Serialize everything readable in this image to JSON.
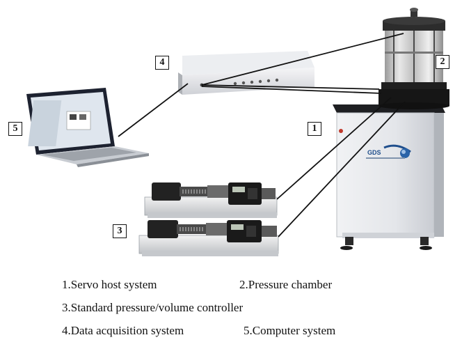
{
  "callouts": {
    "one": "1",
    "two": "2",
    "three": "3",
    "four": "4",
    "five": "5"
  },
  "device_labels": {
    "gds": "GDS"
  },
  "legend": {
    "item1": "1.Servo host system",
    "item2": "2.Pressure chamber",
    "item3": "3.Standard pressure/volume controller",
    "item4": "4.Data acquisition system",
    "item5": "5.Computer system"
  }
}
